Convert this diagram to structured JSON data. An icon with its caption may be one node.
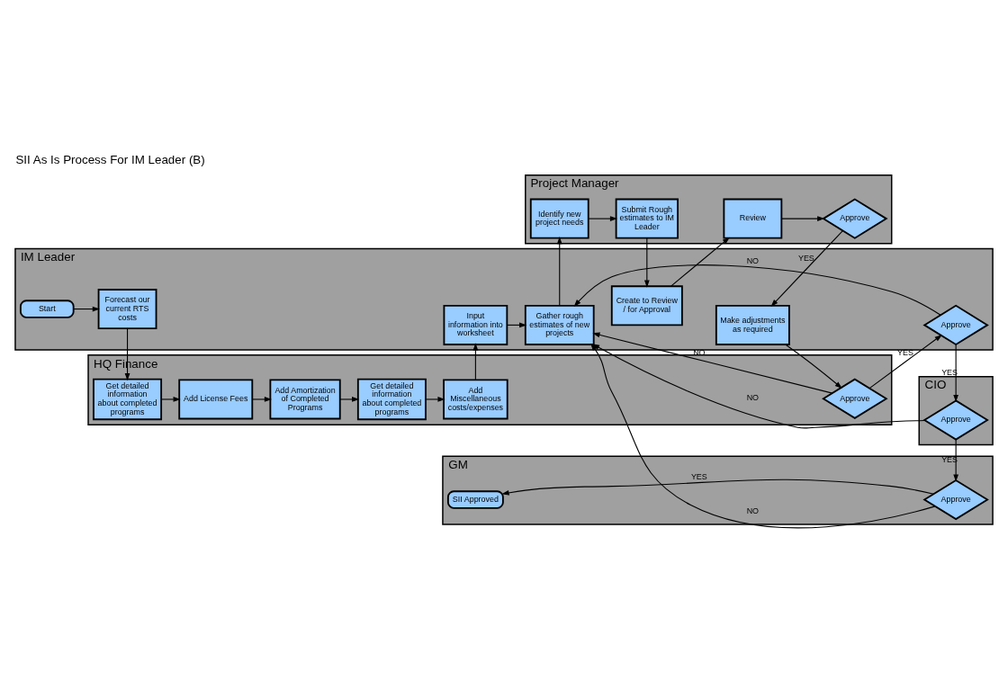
{
  "diagram": {
    "title": "SII As Is Process For IM Leader (B)",
    "nodes": [
      {
        "text": [
          "Project Manager"
        ]
      },
      {
        "text": [
          "HQ Finance"
        ]
      },
      {
        "text": [
          "IM Leader"
        ]
      },
      {
        "text": [
          "CIO"
        ]
      },
      {
        "text": [
          "GM"
        ]
      },
      {
        "text": [
          "Identify new project needs"
        ],
        "in": 0
      },
      {
        "text": [
          "Submit Rough estimates to IM Leader"
        ],
        "in": 0
      },
      {
        "text": [
          "Review"
        ],
        "in": 0
      },
      {
        "text": [
          "Approve"
        ],
        "in": 0
      },
      {
        "text": [
          "Get detailed information about completed programs"
        ],
        "in": 1
      },
      {
        "text": [
          "Add License Fees"
        ],
        "in": 1
      },
      {
        "text": [
          "Add Amortization of Completed Programs"
        ],
        "in": 1
      },
      {
        "text": [
          "Get detailed information about completed programs"
        ],
        "in": 1
      },
      {
        "text": [
          "Add Miscellaneous costs/expenses"
        ],
        "in": 1
      },
      {
        "text": [
          "Approve"
        ],
        "in": 1
      },
      {
        "text": [
          "Start"
        ],
        "in": 2
      },
      {
        "text": [
          "Forecast our current RTS costs"
        ],
        "in": 2
      },
      {
        "text": [
          "Input information into worksheet"
        ],
        "in": 2
      },
      {
        "text": [
          "Gather rough estimates of new projects"
        ],
        "in": 2
      },
      {
        "text": [
          "Create to Review / for Approval"
        ],
        "in": 2
      },
      {
        "text": [
          "Make adjustments as required"
        ],
        "in": 2
      },
      {
        "text": [
          "Approve"
        ],
        "in": 2
      },
      {
        "text": [
          "Approve"
        ],
        "in": 3
      },
      {
        "text": [
          "Approve"
        ],
        "in": 4
      },
      {
        "text": [
          "SII Approved"
        ],
        "in": 4
      }
    ],
    "edges": [
      {
        "from": 15,
        "to": 16,
        "arrow": "to"
      },
      {
        "from": 16,
        "to": 9,
        "arrow": "to"
      },
      {
        "from": 9,
        "to": 10,
        "arrow": "to"
      },
      {
        "from": 10,
        "to": 11,
        "arrow": "to"
      },
      {
        "from": 11,
        "to": 12,
        "arrow": "to"
      },
      {
        "from": 12,
        "to": 13,
        "arrow": "to"
      },
      {
        "from": 13,
        "to": 17,
        "arrow": "to"
      },
      {
        "from": 17,
        "to": 18,
        "arrow": "to"
      },
      {
        "from": 18,
        "to": 5,
        "arrow": "to"
      },
      {
        "from": 5,
        "to": 6,
        "arrow": "to"
      },
      {
        "from": 6,
        "to": 19,
        "arrow": "to"
      },
      {
        "from": 19,
        "to": 7,
        "arrow": "to"
      },
      {
        "from": 7,
        "to": 8,
        "arrow": "to"
      },
      {
        "from": 8,
        "to": 20,
        "label": "YES",
        "arrow": "to"
      },
      {
        "from": 20,
        "to": 14,
        "arrow": "to"
      },
      {
        "from": 14,
        "to": 21,
        "label": "YES",
        "arrow": "to"
      },
      {
        "from": 14,
        "to": 18,
        "label": "NO",
        "arrow": "to"
      },
      {
        "from": 21,
        "to": 18,
        "label": "NO",
        "arrow": "to"
      },
      {
        "from": 21,
        "to": 22,
        "label": "YES",
        "arrow": "to"
      },
      {
        "from": 22,
        "to": 18,
        "label": "NO",
        "arrow": "to"
      },
      {
        "from": 22,
        "to": 23,
        "label": "YES",
        "arrow": "to"
      },
      {
        "from": 23,
        "to": 18,
        "label": "NO",
        "arrow": "to"
      },
      {
        "from": 23,
        "to": 24,
        "label": "YES",
        "arrow": "to"
      }
    ]
  }
}
